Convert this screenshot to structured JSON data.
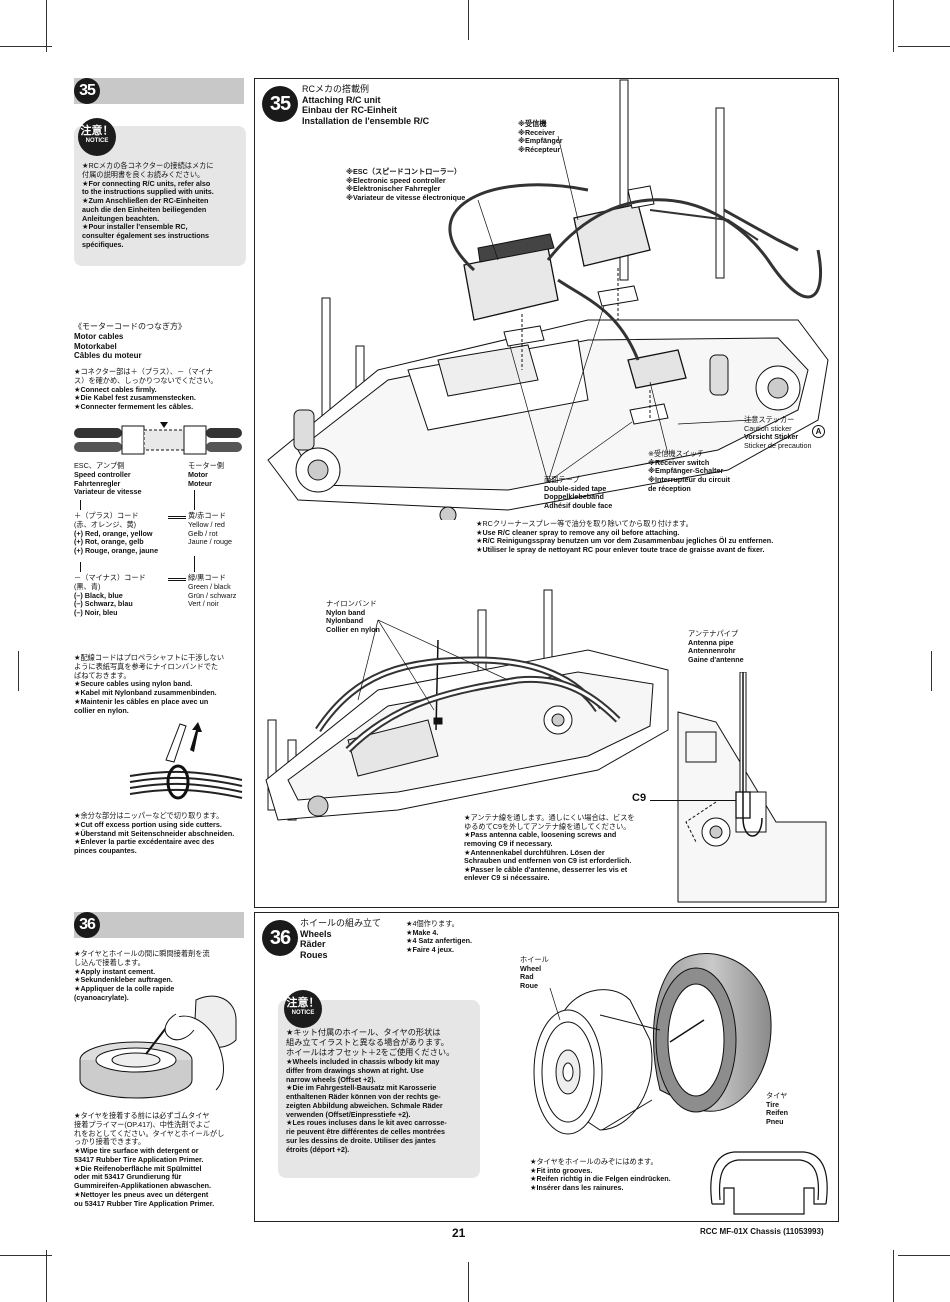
{
  "page_number": "21",
  "footer_product": "RCC MF-01X Chassis (11053993)",
  "step35": {
    "number": "35",
    "title": [
      "RCメカの搭載例",
      "Attaching R/C unit",
      "Einbau der RC-Einheit",
      "Installation de l'ensemble R/C"
    ],
    "notice_jp": "注意！",
    "notice_en": "NOTICE",
    "notice_lines": [
      "★RCメカの各コネクターの接続はメカに",
      "付属の説明書を良くお読みください。",
      "★For connecting R/C units, refer also",
      "to the instructions supplied with units.",
      "★Zum Anschließen der RC-Einheiten",
      "auch die den Einheiten beiliegenden",
      "Anleitungen beachten.",
      "★Pour installer l'ensemble RC,",
      "consulter également ses instructions",
      "spécifiques."
    ],
    "motor_title": [
      "《モーターコードのつなぎ方》",
      "Motor cables",
      "Motorkabel",
      "Câbles du moteur"
    ],
    "motor_notes": [
      "★コネクター部は＋（プラス）、－（マイナ",
      "ス）を確かめ、しっかりつないでください。",
      "★Connect cables firmly.",
      "★Die Kabel fest zusammenstecken.",
      "★Connecter fermement les câbles."
    ],
    "esc_label": [
      "ESC、アンプ側",
      "Speed controller",
      "Fahrtenregler",
      "Variateur de vitesse"
    ],
    "motor_label": [
      "モーター側",
      "Motor",
      "Moteur"
    ],
    "plus_label": [
      "＋（プラス）コード",
      "(赤、オレンジ、黄)",
      "(+) Red, orange, yellow",
      "(+) Rot, orange, gelb",
      "(+) Rouge, orange, jaune"
    ],
    "plus_motor": [
      "黄/赤コード",
      "Yellow / red",
      "Gelb / rot",
      "Jaune / rouge"
    ],
    "minus_label": [
      "－（マイナス）コード",
      "(黒、青)",
      "(–) Black, blue",
      "(–) Schwarz, blau",
      "(–) Noir, bleu"
    ],
    "minus_motor": [
      "緑/黒コード",
      "Green / black",
      "Grün / schwarz",
      "Vert / noir"
    ],
    "cable_notes": [
      "★配線コードはプロペラシャフトに干渉しない",
      "ように表紙写真を参考にナイロンバンドでた",
      "ばねておきます。",
      "★Secure cables using nylon band.",
      "★Kabel mit Nylonband zusammenbinden.",
      "★Maintenir les câbles en place avec un",
      "collier en nylon."
    ],
    "cut_notes": [
      "★余分な部分はニッパーなどで切り取ります。",
      "★Cut off excess portion using side cutters.",
      "★Überstand mit Seitenschneider abschneiden.",
      "★Enlever la partie excédentaire avec des",
      "pinces coupantes."
    ],
    "receiver": [
      "※受信機",
      "※Receiver",
      "※Empfänger",
      "※Récepteur"
    ],
    "esc": [
      "※ESC（スピードコントローラー）",
      "※Electronic speed controller",
      "※Elektronischer Fahrregler",
      "※Variateur de vitesse électronique"
    ],
    "caution_sticker": [
      "注意ステッカー",
      "Caution sticker",
      "Vorsicht Sticker",
      "Sticker de precaution"
    ],
    "sticker_letter": "A",
    "receiver_switch": [
      "※受信機スイッチ",
      "※Receiver switch",
      "※Empfänger-Schalter",
      "※Interrupteur du circuit",
      "de réception"
    ],
    "tape": [
      "両面テープ",
      "Double-sided tape",
      "Doppelklebeband",
      "Adhésif double face"
    ],
    "cleaner_notes": [
      "★RCクリーナースプレー等で油分を取り除いてから取り付けます。",
      "★Use R/C cleaner spray to remove any oil before attaching.",
      "★R/C Reinigungsspray benutzen um vor dem Zusammenbau jegliches Öl zu entfernen.",
      "★Utiliser le spray de nettoyant RC pour enlever toute trace de graisse avant de fixer."
    ],
    "nylon_band": [
      "ナイロンバンド",
      "Nylon band",
      "Nylonband",
      "Collier en nylon"
    ],
    "antenna_pipe": [
      "アンテナパイプ",
      "Antenna pipe",
      "Antennenrohr",
      "Gaine d'antenne"
    ],
    "c9": "C9",
    "antenna_notes": [
      "★アンテナ線を通します。通しにくい場合は、ビスを",
      "ゆるめてC9を外してアンテナ線を通してください。",
      "★Pass antenna cable, loosening screws and",
      "removing C9 if necessary.",
      "★Antennenkabel durchführen. Lösen der",
      "Schrauben und entfernen von C9 ist erforderlich.",
      "★Passer le câble d'antenne, desserrer les vis et",
      "enlever C9 si nécessaire."
    ]
  },
  "step36": {
    "number": "36",
    "title": [
      "ホイールの組み立て",
      "Wheels",
      "Räder",
      "Roues"
    ],
    "make": [
      "★4個作ります。",
      "★Make 4.",
      "★4 Satz anfertigen.",
      "★Faire 4 jeux."
    ],
    "cement_notes": [
      "★タイヤとホイールの間に瞬間接着剤を流",
      "し込んで接着します。",
      "★Apply instant cement.",
      "★Sekundenkleber auftragen.",
      "★Appliquer de la colle rapide",
      "(cyanoacrylate)."
    ],
    "primer_notes": [
      "★タイヤを接着する前には必ずゴムタイヤ",
      "接着プライマー(OP.417)、中性洗剤でよご",
      "れをおとしてください。タイヤとホイールがし",
      "っかり接着できます。",
      "★Wipe tire surface with detergent or",
      "53417 Rubber Tire Application Primer.",
      "★Die Reifenoberfläche mit Spülmittel",
      "oder mit 53417 Grundierung für",
      "Gummireifen-Applikationen abwaschen.",
      "★Nettoyer les pneus avec un détergent",
      "ou 53417 Rubber Tire Application Primer."
    ],
    "notice_jp": "注意！",
    "notice_en": "NOTICE",
    "notice_lines": [
      "★キット付属のホイール、タイヤの形状は",
      "組み立てイラストと異なる場合があります。",
      "ホイールはオフセット＋2をご使用ください。",
      "★Wheels included in chassis w/body kit may",
      "differ from drawings shown at right. Use",
      "narrow wheels (Offset +2).",
      "★Die im Fahrgestell-Bausatz mit Karosserie",
      "enthaltenen Räder können von der rechts ge-",
      "zeigten Abbildung abweichen. Schmale Räder",
      "verwenden (Offset/Einpresstiefe +2).",
      "★Les roues incluses dans le kit avec carrosse-",
      "rie peuvent être différentes de celles montrées",
      "sur les dessins de droite. Utiliser des jantes",
      "étroits (déport +2)."
    ],
    "wheel": [
      "ホイール",
      "Wheel",
      "Rad",
      "Roue"
    ],
    "tire": [
      "タイヤ",
      "Tire",
      "Reifen",
      "Pneu"
    ],
    "groove_notes": [
      "★タイヤをホイールのみぞにはめます。",
      "★Fit into grooves.",
      "★Reifen richtig in die Felgen eindrücken.",
      "★Insérer dans les rainures."
    ]
  }
}
